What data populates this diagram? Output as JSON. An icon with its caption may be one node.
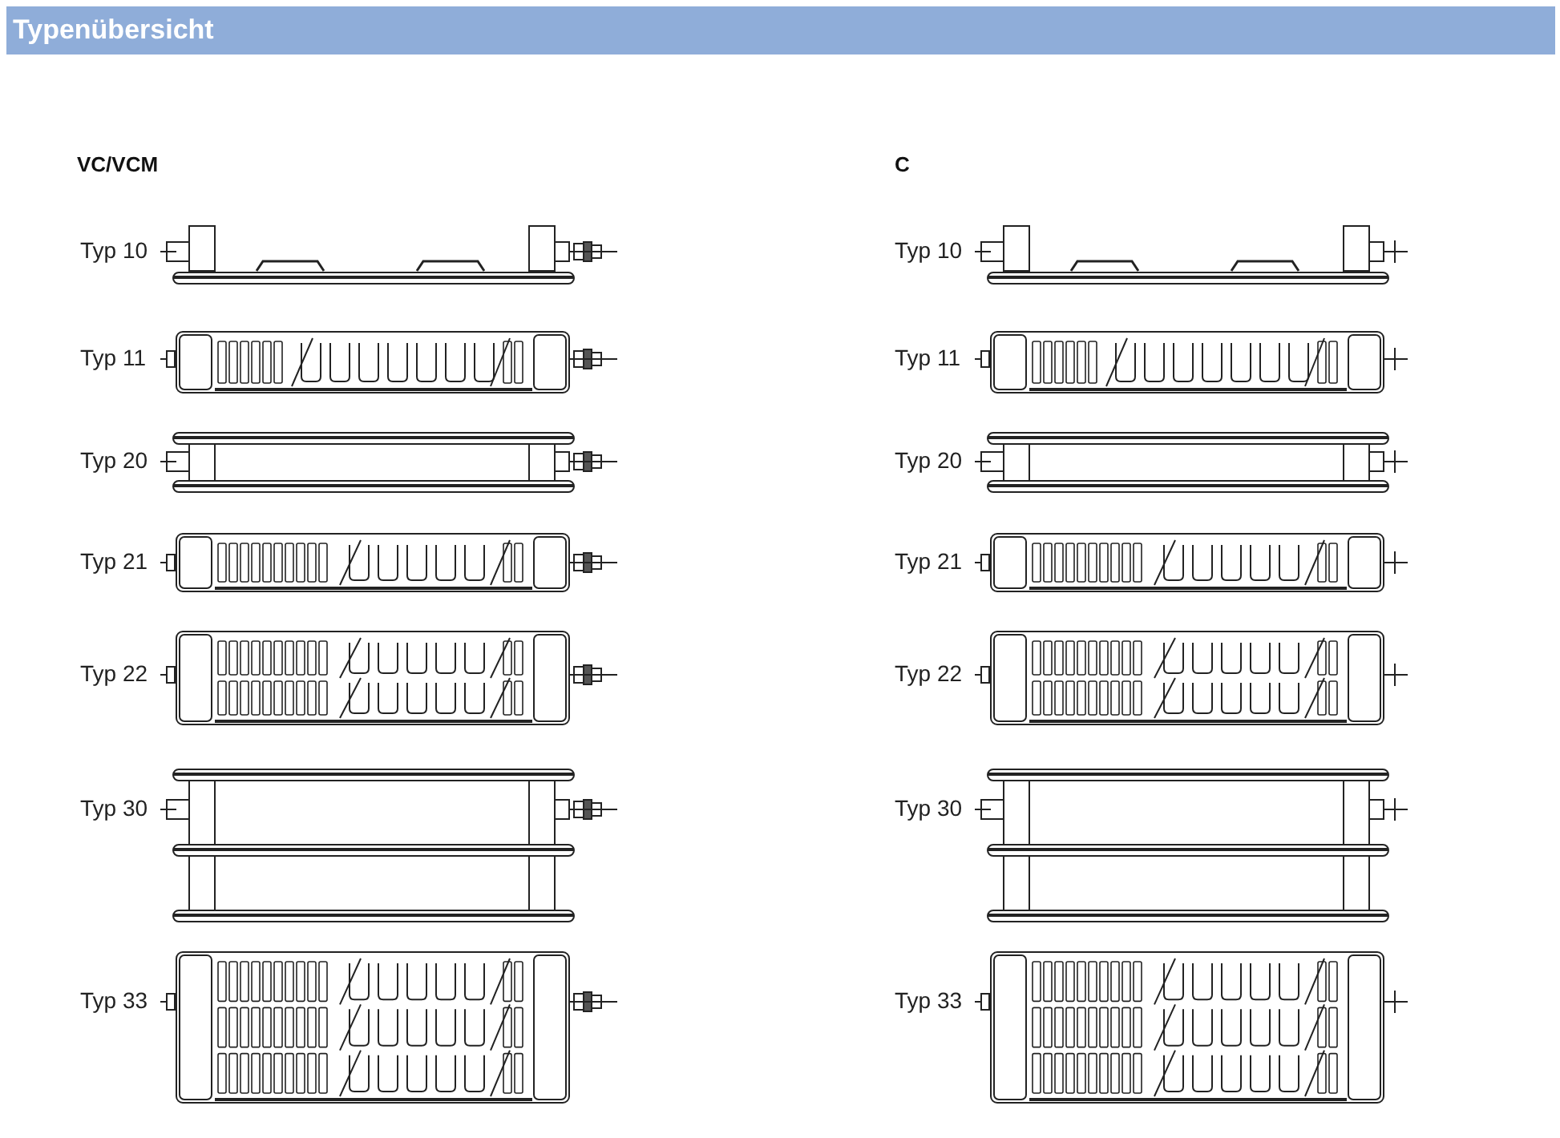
{
  "diagram": {
    "title": "Typenübersicht",
    "labels": [
      "VC/VCM",
      "C",
      "Typ 10",
      "Typ 10",
      "Typ 11",
      "Typ 11",
      "Typ 20",
      "Typ 20",
      "Typ 21",
      "Typ 21",
      "Typ 22",
      "Typ 22",
      "Typ 30",
      "Typ 30",
      "Typ 33",
      "Typ 33"
    ]
  }
}
